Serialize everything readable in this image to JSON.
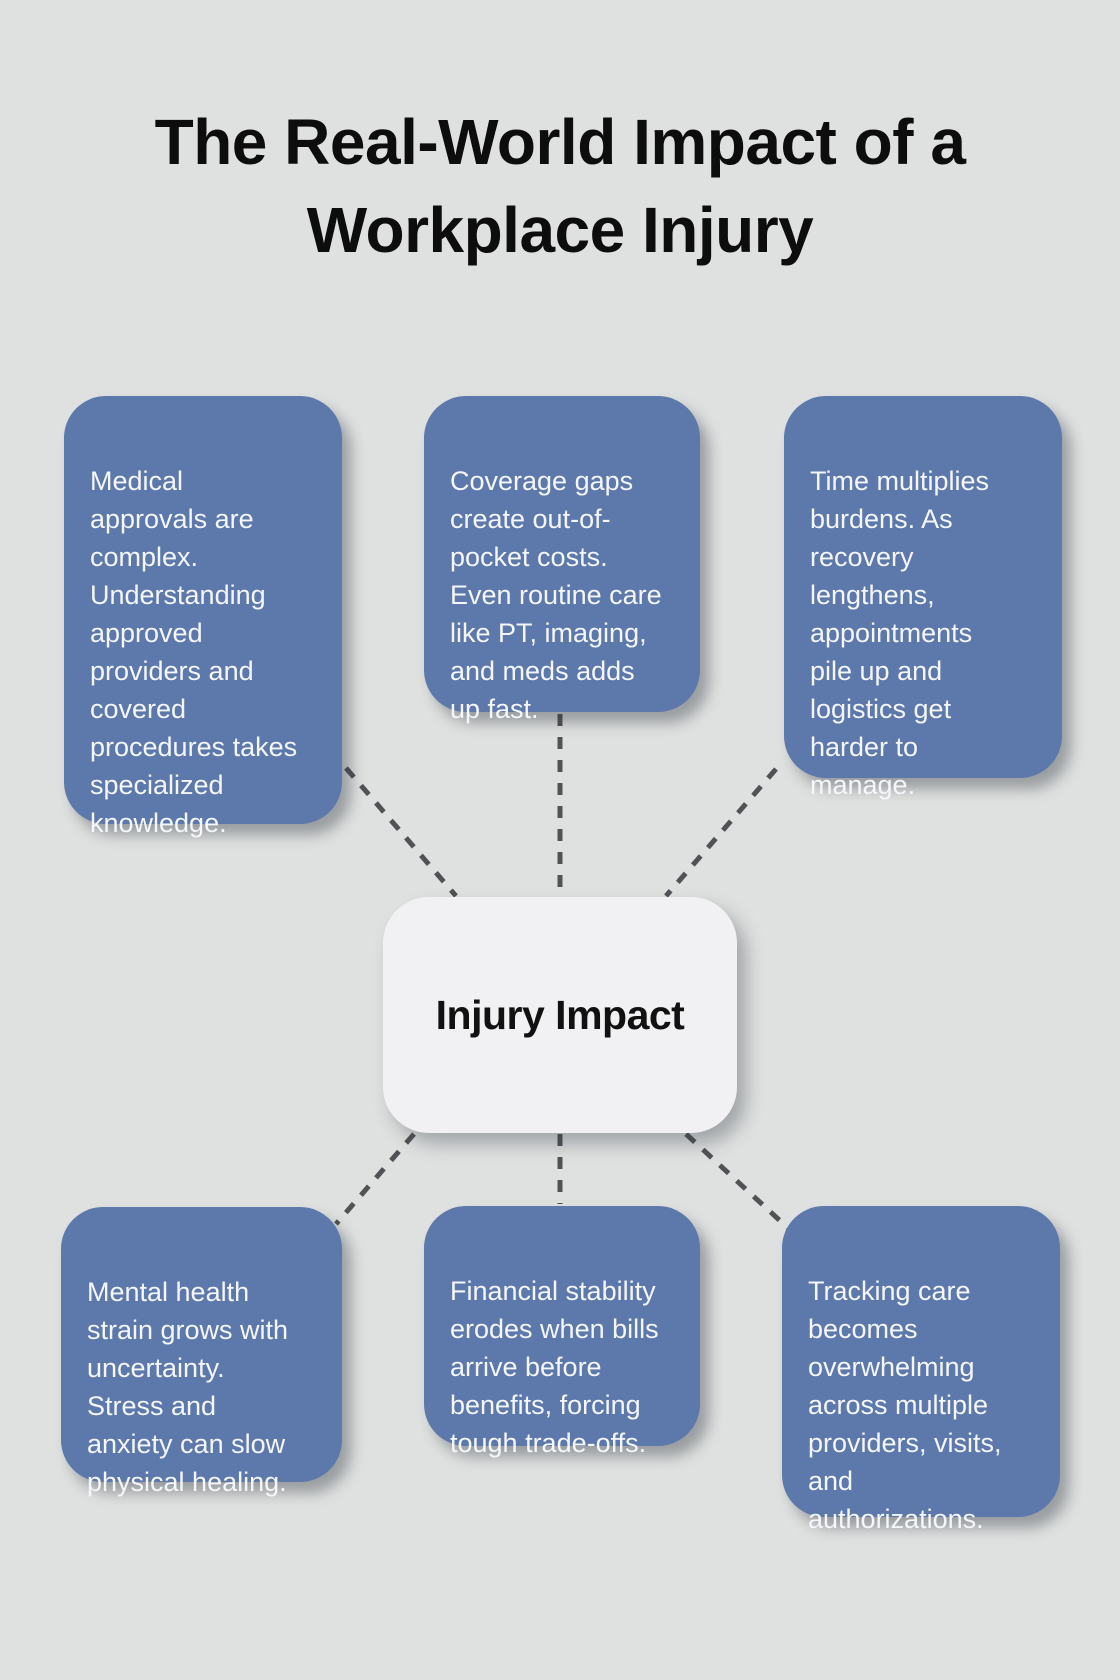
{
  "title": "The Real-World Impact of a\nWorkplace Injury",
  "center_node": {
    "label": "Injury Impact"
  },
  "nodes": [
    {
      "id": "medical-approvals",
      "text": "Medical\napprovals are\ncomplex.\nUnderstanding\napproved\nproviders and\ncovered\nprocedures takes\nspecialized\nknowledge."
    },
    {
      "id": "coverage-gaps",
      "text": "Coverage gaps\ncreate out-of-\npocket costs.\nEven routine care\nlike PT, imaging,\nand meds adds\nup fast."
    },
    {
      "id": "time-burdens",
      "text": "Time multiplies\nburdens. As\nrecovery\nlengthens,\nappointments\npile up and\nlogistics get\nharder to\nmanage."
    },
    {
      "id": "mental-health",
      "text": "Mental health\nstrain grows with\nuncertainty.\nStress and\nanxiety can slow\nphysical healing."
    },
    {
      "id": "financial-stability",
      "text": "Financial stability\nerodes when bills\narrive before\nbenefits, forcing\ntough trade-offs."
    },
    {
      "id": "tracking-care",
      "text": "Tracking care\nbecomes\noverwhelming\nacross multiple\nproviders, visits,\nand\nauthorizations."
    }
  ],
  "colors": {
    "background": "#dfe1e0",
    "node_fill": "#5d78ab",
    "node_text": "#f4f6f9",
    "center_fill": "#f1f1f3",
    "center_text": "#111111",
    "connector": "#515256",
    "title_text": "#0d0d0d"
  }
}
